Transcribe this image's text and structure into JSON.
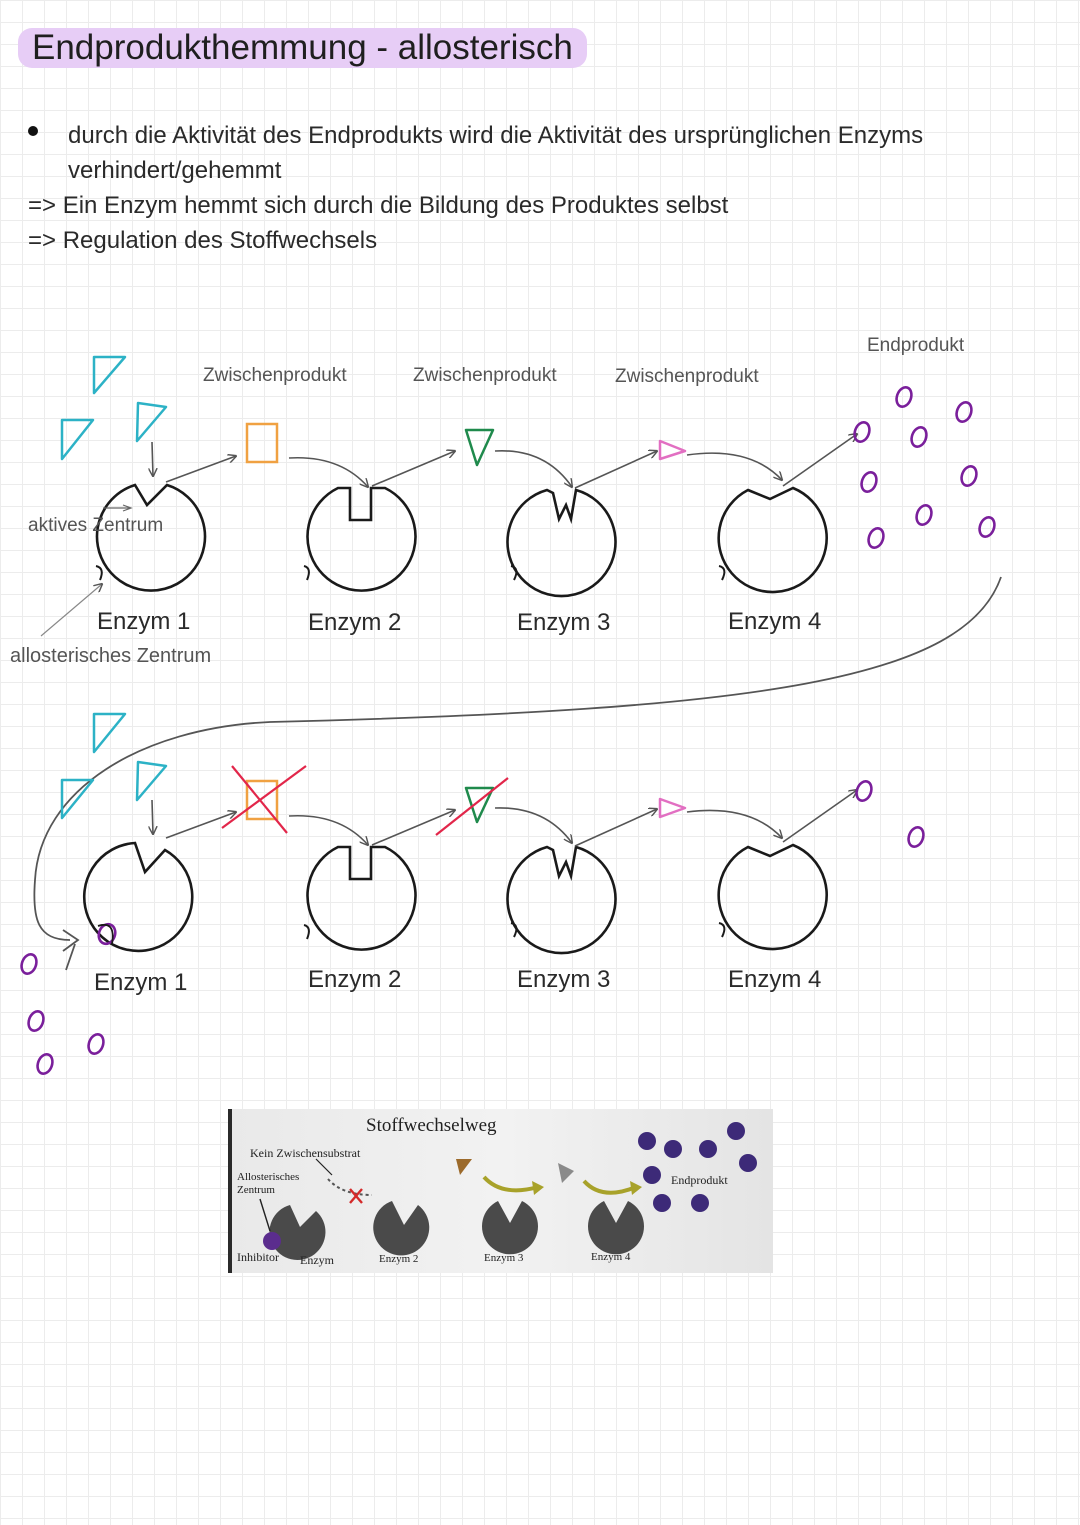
{
  "title": "Endprodukthemmung - allosterisch",
  "notes": {
    "bullet_line1": "durch die Aktivität des Endprodukts wird die Aktivität des ursprünglichen Enzyms",
    "bullet_line2": "verhindert/gehemmt",
    "arrow1": "=> Ein Enzym hemmt sich durch die Bildung des Produktes selbst",
    "arrow2": "=> Regulation des Stoffwechsels"
  },
  "diagram_top": {
    "intermediate_labels": [
      "Zwischenprodukt",
      "Zwischenprodukt",
      "Zwischenprodukt"
    ],
    "endproduct_label": "Endprodukt",
    "active_site_label": "aktives Zentrum",
    "allosteric_site_label": "allosterisches Zentrum",
    "enzymes": [
      "Enzym 1",
      "Enzym 2",
      "Enzym 3",
      "Enzym 4"
    ]
  },
  "diagram_bottom": {
    "enzymes": [
      "Enzym 1",
      "Enzym 2",
      "Enzym 3",
      "Enzym 4"
    ]
  },
  "photo": {
    "title": "Stoffwechselweg",
    "no_substrate": "Kein Zwischensubstrat",
    "allosteric_line1": "Allosterisches",
    "allosteric_line2": "Zentrum",
    "inhibitor": "Inhibitor",
    "enzyme1": "Enzym",
    "enzyme2": "Enzym 2",
    "enzyme3": "Enzym 3",
    "enzyme4": "Enzym 4",
    "endproduct": "Endprodukt"
  },
  "colors": {
    "highlight": "#e7cdf6",
    "substrate": "#2cb2c6",
    "intermediate1": "#f0a142",
    "intermediate2": "#1f8a4c",
    "intermediate3": "#e26fc2",
    "endproduct": "#7a1f9b",
    "inhibit_cross": "#e2264a"
  }
}
